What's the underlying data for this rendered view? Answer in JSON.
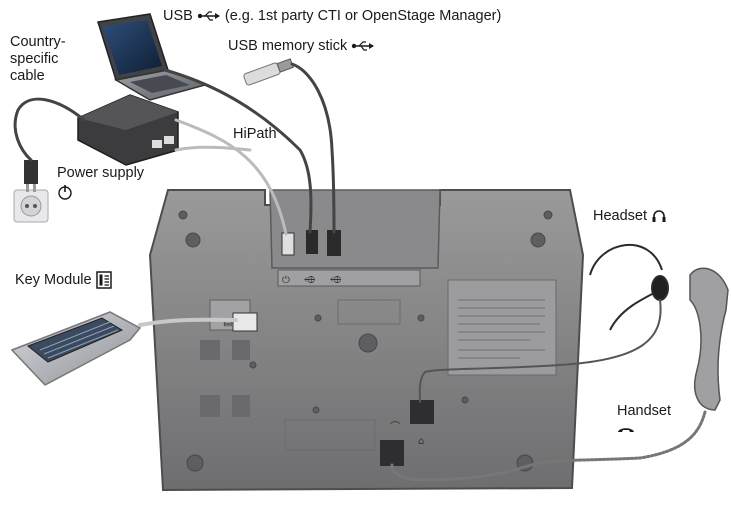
{
  "labels": {
    "usb": "USB",
    "usb_detail": "(e.g. 1st party CTI or OpenStage Manager)",
    "usb_memory_stick": "USB memory stick",
    "country_specific_cable": [
      "Country-",
      "specific",
      "cable"
    ],
    "hipath": "HiPath",
    "power_supply": "Power supply",
    "headset": "Headset",
    "key_module": "Key Module",
    "handset": "Handset"
  },
  "icons": [
    "usb-icon",
    "power-icon",
    "headset-icon",
    "key-module-icon",
    "handset-icon"
  ],
  "colors": {
    "phone_body": "#7f7f80",
    "cable": "#4a4a4a",
    "label_text": "#1a1a1a"
  }
}
